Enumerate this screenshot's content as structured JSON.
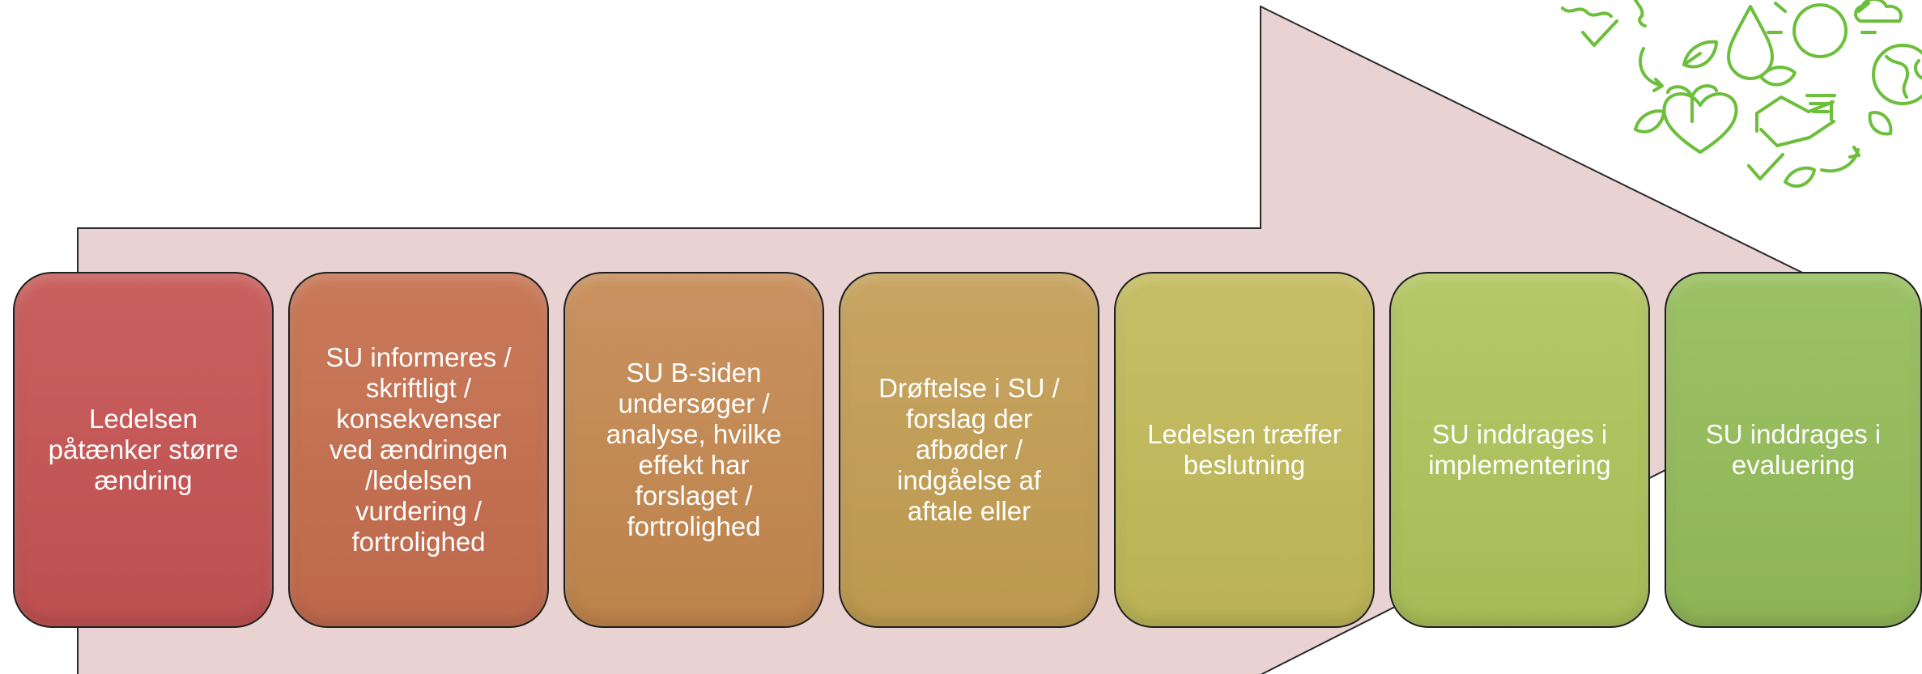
{
  "steps": [
    {
      "label": "Ledelsen\npåtænker større\nændring",
      "color": "#c05050"
    },
    {
      "label": "SU informeres /\nskriftligt /\nkonsekvenser\nved ændringen\n/ledelsen\nvurdering /\nfortrolighed",
      "color": "#c06a4c"
    },
    {
      "label": "SU B-siden\nundersøger /\nanalyse, hvilke\neffekt har\nforslaget /\nfortrolighed",
      "color": "#bf834b"
    },
    {
      "label": "Drøftelse i SU /\nforslag der\nafbøder /\nindgåelse af\naftale eller",
      "color": "#bd9a4f"
    },
    {
      "label": "Ledelsen træffer\nbeslutning",
      "color": "#bcb456"
    },
    {
      "label": "SU inddrages i\nimplementering",
      "color": "#a8bd57"
    },
    {
      "label": "SU inddrages i\nevaluering",
      "color": "#8fb655"
    }
  ],
  "colors": {
    "arrow_fill": "#e8d2d2",
    "arrow_stroke": "#2a2a2a",
    "logo_green": "#6cbf3a"
  },
  "logo": {
    "icon": "sustainability-doodle-icons"
  }
}
